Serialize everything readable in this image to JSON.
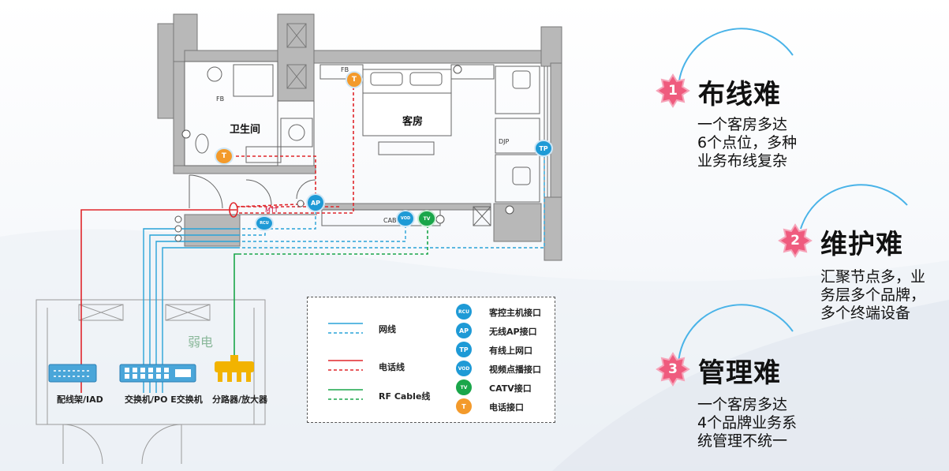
{
  "floorplan": {
    "rooms": {
      "bathroom": "卫生间",
      "guestroom": "客房",
      "weak_current": "弱电"
    },
    "small_labels": {
      "fb1": "FB",
      "fb2": "FB",
      "djp": "DJP",
      "cab": "CAB",
      "mtt": "MTT"
    },
    "nodes": {
      "t": "T",
      "ap": "AP",
      "tp": "TP",
      "rcu": "RCU",
      "vod": "VOD",
      "tv": "TV"
    }
  },
  "equipment": {
    "patch_panel": "配线架/IAD",
    "switch": "交换机/PO E交换机",
    "splitter": "分路器/放大器"
  },
  "legend": {
    "lines": [
      {
        "label": "网线",
        "color": "#29a3d8"
      },
      {
        "label": "电话线",
        "color": "#e0262b"
      },
      {
        "label": "RF Cable线",
        "color": "#1aa64a"
      }
    ],
    "icons": [
      {
        "code": "RCU",
        "label": "客控主机接口",
        "color": "#1e9ad6"
      },
      {
        "code": "AP",
        "label": "无线AP接口",
        "color": "#1e9ad6"
      },
      {
        "code": "TP",
        "label": "有线上网口",
        "color": "#1e9ad6"
      },
      {
        "code": "VOD",
        "label": "视频点播接口",
        "color": "#1e9ad6"
      },
      {
        "code": "TV",
        "label": "CATV接口",
        "color": "#1aa64a"
      },
      {
        "code": "T",
        "label": "电话接口",
        "color": "#f39a2b"
      }
    ]
  },
  "issues": [
    {
      "num": "1",
      "title": "布线难",
      "lines": [
        "一个客房多达",
        "6个点位，多种",
        "业务布线复杂"
      ]
    },
    {
      "num": "2",
      "title": "维护难",
      "lines": [
        "汇聚节点多，业",
        "务层多个品牌，",
        "多个终端设备"
      ]
    },
    {
      "num": "3",
      "title": "管理难",
      "lines": [
        "一个客房多达",
        "4个品牌业务系",
        "统管理不统一"
      ]
    }
  ],
  "colors": {
    "network": "#29a3d8",
    "phone": "#e0262b",
    "rf": "#1aa64a",
    "badge": "#ef5b7e",
    "arc": "#49b3e8"
  }
}
